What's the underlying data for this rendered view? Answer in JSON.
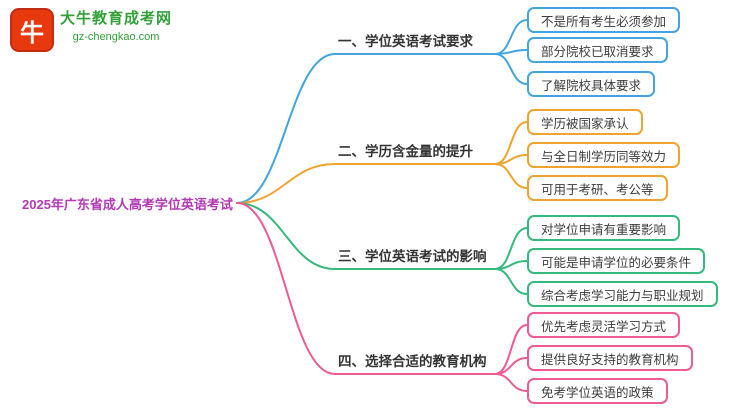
{
  "logo": {
    "icon": "bull-icon",
    "icon_glyph": "牛",
    "title": "大牛教育成考网",
    "domain": "gz-chengkao.com",
    "brand_red": "#e8380d",
    "brand_green": "#33a03a"
  },
  "root": {
    "label": "2025年广东省成人高考学位英语考试",
    "color": "#b23ab5"
  },
  "branches": [
    {
      "label": "一、学位英语考试要求",
      "color": "#42a5e0",
      "leaves": [
        "不是所有考生必须参加",
        "部分院校已取消要求",
        "了解院校具体要求"
      ]
    },
    {
      "label": "二、学历含金量的提升",
      "color": "#f0a32f",
      "leaves": [
        "学历被国家承认",
        "与全日制学历同等效力",
        "可用于考研、考公等"
      ]
    },
    {
      "label": "三、学位英语考试的影响",
      "color": "#36b97c",
      "leaves": [
        "对学位申请有重要影响",
        "可能是申请学位的必要条件",
        "综合考虑学习能力与职业规划"
      ]
    },
    {
      "label": "四、选择合适的教育机构",
      "color": "#ee5a93",
      "leaves": [
        "优先考虑灵活学习方式",
        "提供良好支持的教育机构",
        "免考学位英语的政策"
      ]
    }
  ]
}
